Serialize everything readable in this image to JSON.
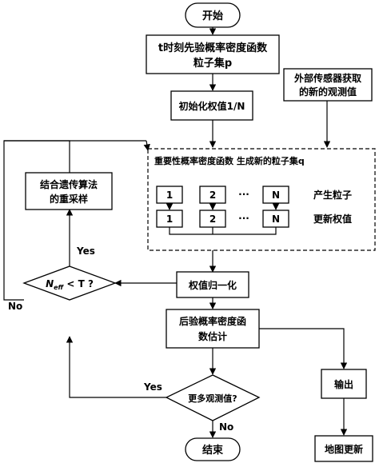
{
  "nodes": {
    "start": "开始",
    "prior_line1": "t时刻先验概率密度函数",
    "prior_line2": "粒子集p",
    "external_line1": "外部传感器获取",
    "external_line2": "的新的观测值",
    "init_weight": "初始化权值1/N",
    "importance_title": "重要性概率密度函数   生成新的粒子集q",
    "particle_1": "1",
    "particle_2": "2",
    "particle_ellipsis": "···",
    "particle_n": "N",
    "generate_particles": "产生粒子",
    "update_weights": "更新权值",
    "resample_line1": "结合遗传算法",
    "resample_line2": "的重采样",
    "neff_prefix": "N",
    "neff_sub": "eff",
    "neff_suffix": " < T ?",
    "normalize": "权值归一化",
    "posterior_line1": "后验概率密度函",
    "posterior_line2": "数估计",
    "more_obs": "更多观测值?",
    "end": "结束",
    "output": "输出",
    "map_update": "地图更新"
  },
  "edge_labels": {
    "yes_resample": "Yes",
    "no_neff": "No",
    "yes_more": "Yes",
    "no_more": "No"
  }
}
